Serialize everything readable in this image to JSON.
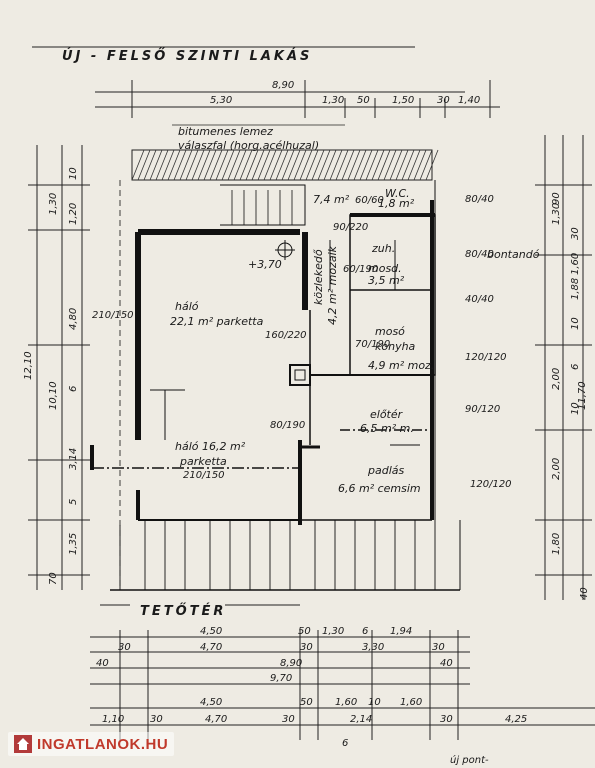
{
  "title": "ÚJ - FELSŐ SZINTI LAKÁS",
  "section_label": "TETŐTÉR",
  "top_dims": [
    "8,90",
    "5,30",
    "1,30",
    "50",
    "1,50",
    "30",
    "1,40"
  ],
  "wall_note_1": "bitumenes lemez",
  "wall_note_2": "válaszfal (horg.acélhuzal)",
  "left_dims": [
    "12,10",
    "10,10",
    "1,30",
    "4,80",
    "3,14",
    "1,35",
    "70",
    "10",
    "1,20",
    "6",
    "5"
  ],
  "right_dims": [
    "11,70",
    "1,30",
    "2,00",
    "2,00",
    "1,80",
    "90",
    "30",
    "6",
    "10",
    "1,88",
    "40",
    "10",
    "1,60"
  ],
  "rooms": {
    "halo1": "háló",
    "halo1_area": "22,1 m² parketta",
    "halo2": "háló 16,2 m²",
    "halo2_floor": "parketta",
    "wc": "W.C.",
    "wc_area": "1,8 m²",
    "stair_area": "7,4 m²",
    "zuh": "zuh.",
    "mosd": "mosd.",
    "mosd_area": "3,5 m²",
    "moso": "mosó",
    "konyha": "konyha",
    "konyha_area": "4,9 m² moz.",
    "kozlekedo": "közlekedő",
    "kozl_area": "4,2 m² mozaik",
    "eloter": "előtér",
    "eloter_area": "6,5 m² m.",
    "padlas": "padlás",
    "padlas_area": "6,6 m² cemsim",
    "bontando": "bontandó",
    "level": "+3,70"
  },
  "openings": [
    "210/150",
    "160/220",
    "210/150",
    "80/190",
    "80/40",
    "80/40",
    "40/40",
    "120/120",
    "90/120",
    "120/120",
    "60/190",
    "70/190",
    "90/220",
    "60/60"
  ],
  "bottom_dims_row1": [
    "4,50",
    "50",
    "1,30",
    "6",
    "1,94"
  ],
  "bottom_dims_row2": [
    "30",
    "4,70",
    "30",
    "3,30",
    "30"
  ],
  "bottom_dims_row3": [
    "40",
    "8,90",
    "40"
  ],
  "bottom_dims_row4": [
    "9,70"
  ],
  "bottom_dims_row5": [
    "4,50",
    "50",
    "1,60",
    "10",
    "1,60"
  ],
  "bottom_dims_row6": [
    "1,10",
    "30",
    "4,70",
    "30",
    "2,14",
    "30",
    "4,25"
  ],
  "bottom_misc": [
    "6",
    "új pont-"
  ],
  "watermark": "INGATLANOK.HU"
}
